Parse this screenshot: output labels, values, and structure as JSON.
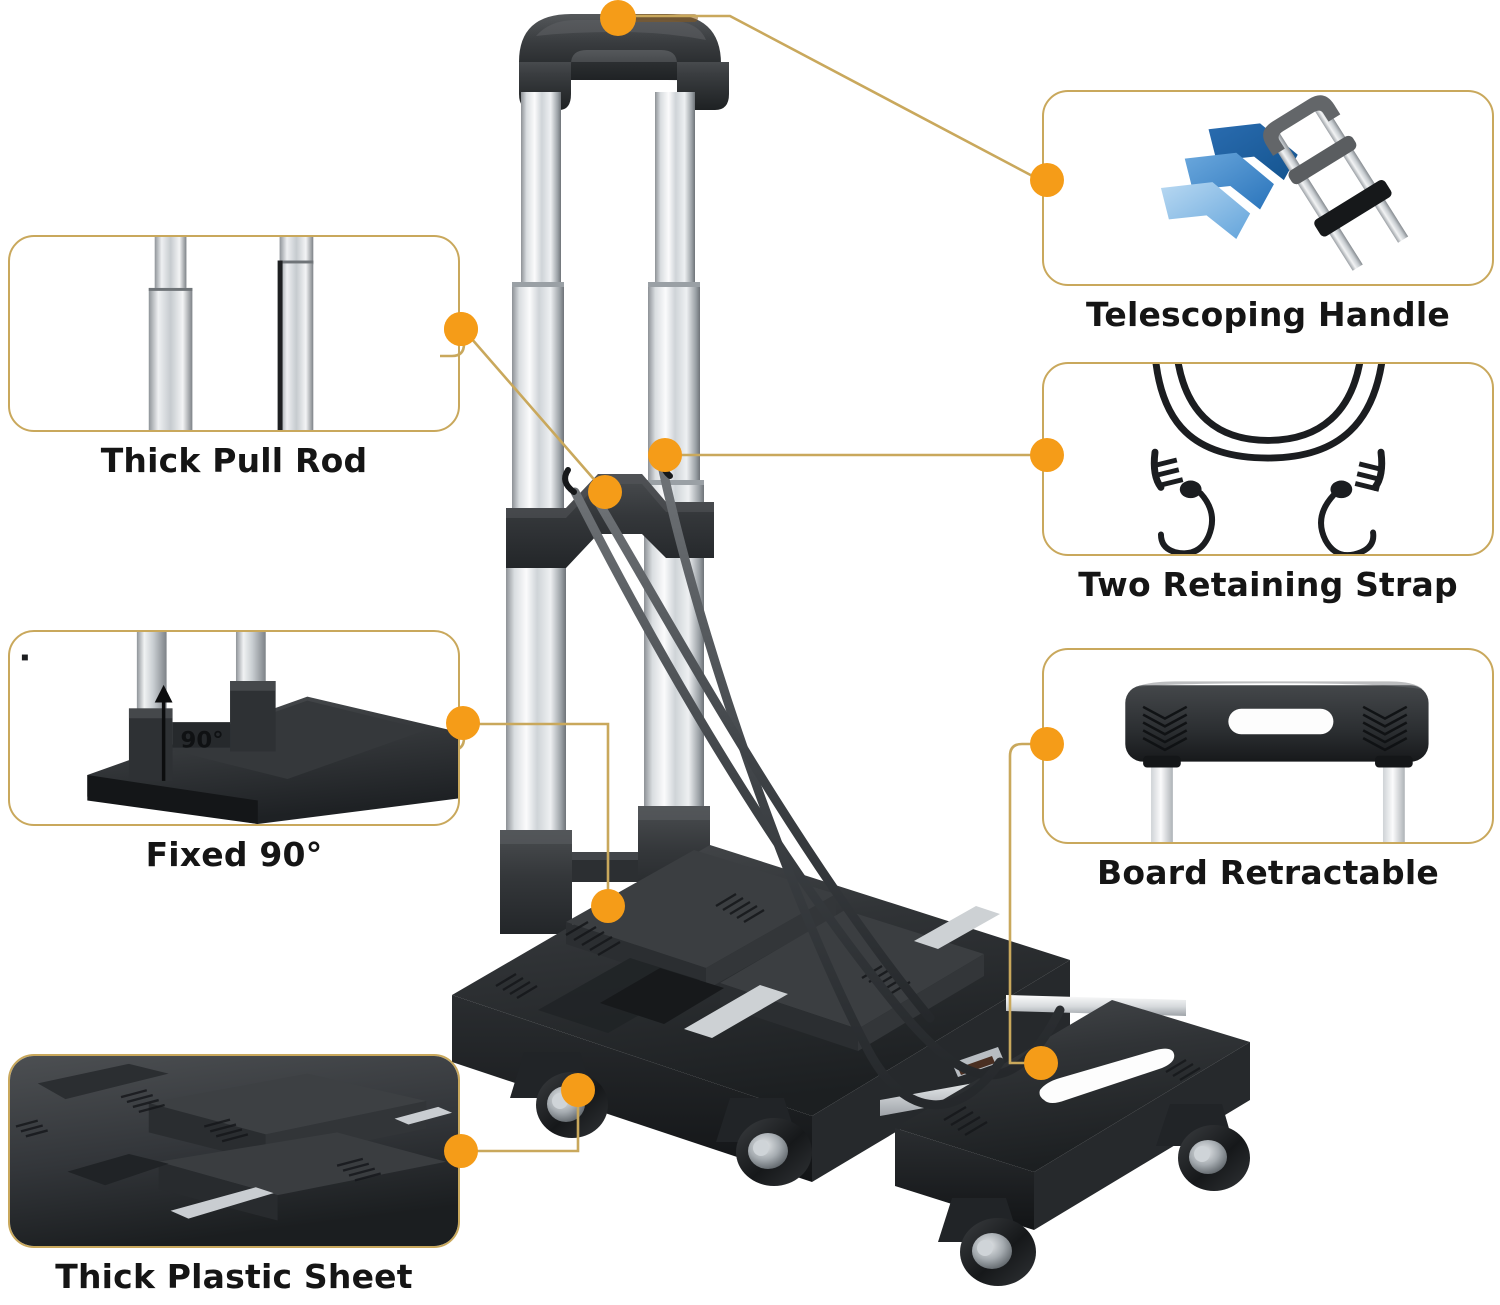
{
  "graphic": {
    "title": "Folding Hand Truck Feature Callouts",
    "product": "folding platform hand truck / luggage cart",
    "accent_color": "#F59C18",
    "frame_color": "#c9a85c",
    "caption_color": "#151515",
    "background_color": "#ffffff"
  },
  "callouts": [
    {
      "id": "thick-pull-rod",
      "label": "Thick Pull Rod",
      "thumb_icon": "two-aluminum-rod-segments",
      "anchor_side": "right"
    },
    {
      "id": "fixed-90",
      "label": "Fixed 90°",
      "thumb_icon": "rod-base-right-angle-joint",
      "thumb_annotation": "90°",
      "anchor_side": "right"
    },
    {
      "id": "thick-plastic-sheet",
      "label": "Thick Plastic Sheet",
      "thumb_icon": "molded-plastic-deck-closeup",
      "anchor_side": "right"
    },
    {
      "id": "telescoping-handle",
      "label": "Telescoping Handle",
      "thumb_icon": "chevron-arrows-and-tilted-handle",
      "anchor_side": "left"
    },
    {
      "id": "two-retaining-strap",
      "label": "Two Retaining Strap",
      "thumb_icon": "bungee-cords-with-hooks",
      "anchor_side": "left"
    },
    {
      "id": "board-retractable",
      "label": "Board  Retractable",
      "thumb_icon": "retractable-extension-board",
      "anchor_side": "left"
    }
  ],
  "hotspots": [
    {
      "id": "hotspot-handle-grip",
      "target": "telescoping handle grip"
    },
    {
      "id": "hotspot-rod-upper",
      "target": "upper pull rod segment"
    },
    {
      "id": "hotspot-strap-clip-left",
      "target": "left strap clip on crossbar"
    },
    {
      "id": "hotspot-strap-clip-right",
      "target": "right strap clip on crossbar"
    },
    {
      "id": "hotspot-deck-surface",
      "target": "plastic deck surface"
    },
    {
      "id": "hotspot-rod-base",
      "target": "rod base 90 degree joint"
    },
    {
      "id": "hotspot-caster",
      "target": "swivel caster wheel"
    },
    {
      "id": "hotspot-extension-board",
      "target": "retractable extension board handle"
    }
  ]
}
